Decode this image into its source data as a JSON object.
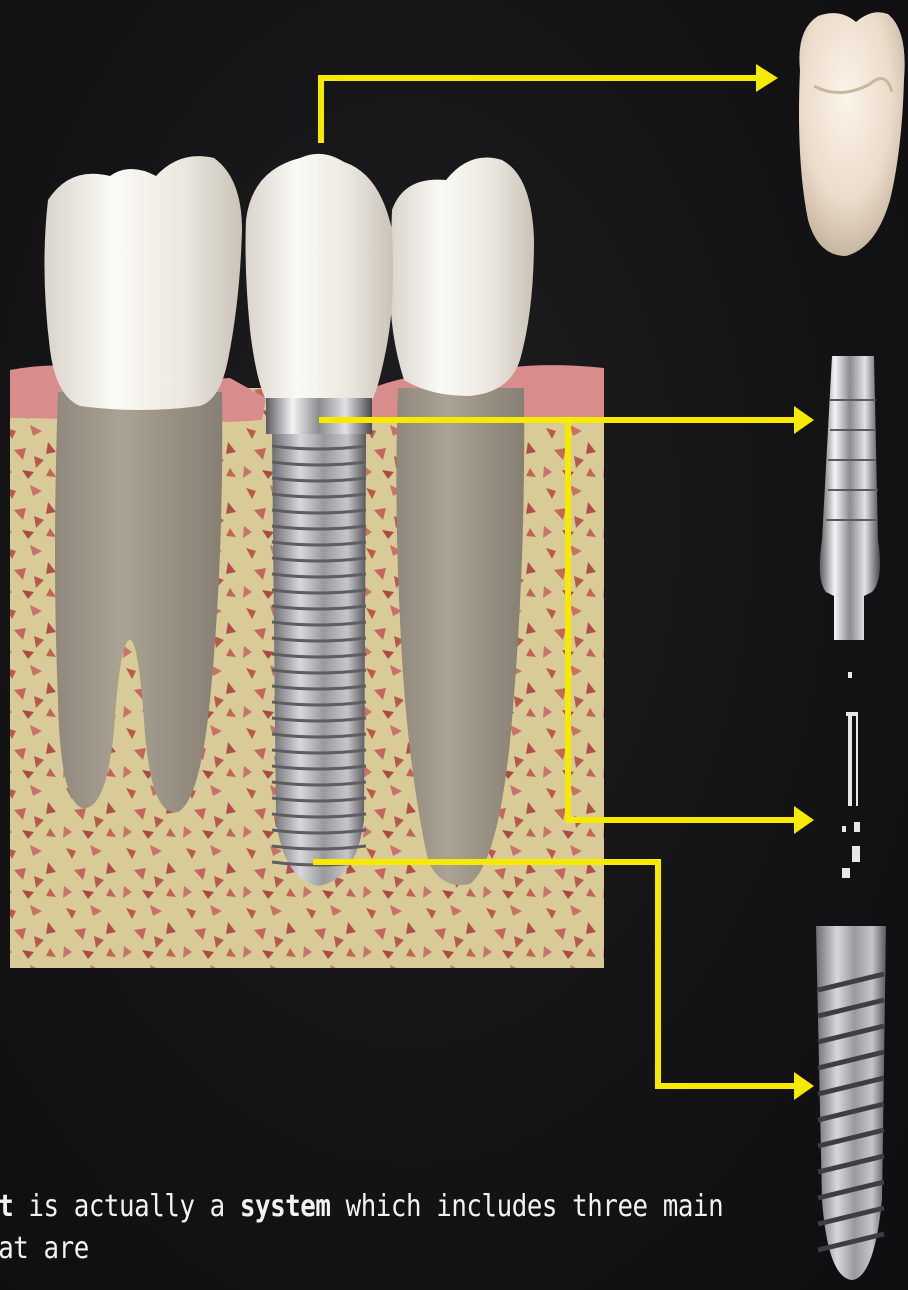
{
  "caption": {
    "line1_strong_a": "ant",
    "line1_text_a": " is actually a ",
    "line1_strong_b": "system",
    "line1_text_b": " which includes three main",
    "line2_text": "that are"
  },
  "colors": {
    "background": "#141416",
    "callout": "#f5ea00",
    "bone": "#d8cb97",
    "gum": "#d98c8c",
    "enamel": "#f1efe9",
    "root": "#9e968a",
    "metal": "#b8b8bc"
  },
  "components": [
    "crown",
    "abutment",
    "abutment-screw",
    "implant-fixture"
  ]
}
